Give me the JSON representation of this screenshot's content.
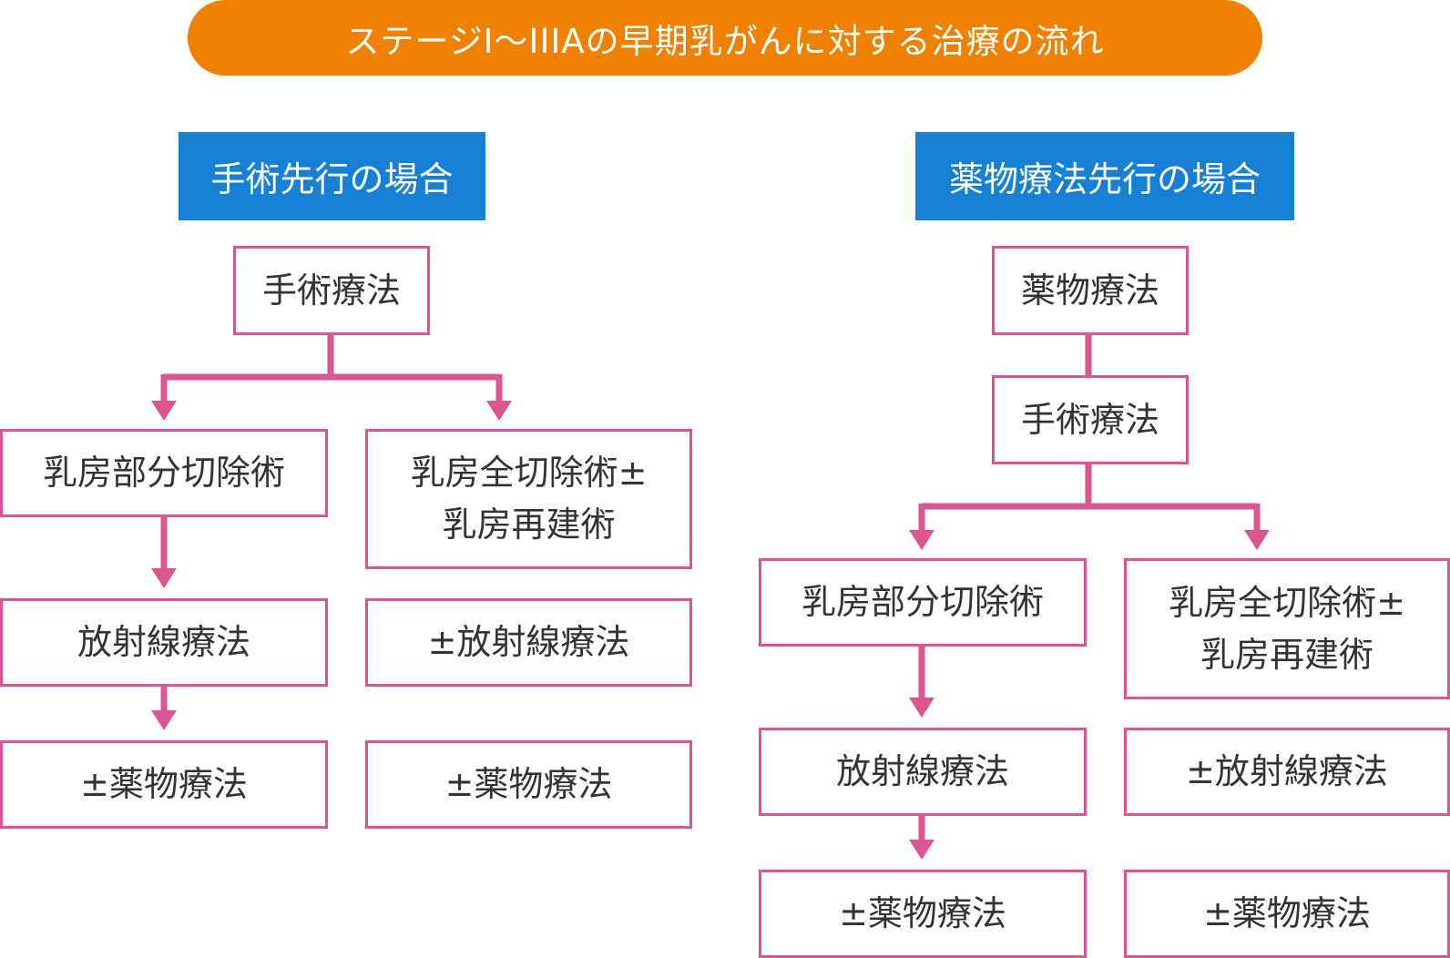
{
  "title": "ステージⅠ～IIIAの早期乳がんに対する治療の流れ",
  "colors": {
    "title_bg": "#f08000",
    "header_bg": "#1580d4",
    "box_border": "#dc5593",
    "connector": "#dc5593",
    "text": "#333333"
  },
  "left": {
    "header": "手術先行の場合",
    "first": "手術療法",
    "partial": {
      "surgery": "乳房部分切除術",
      "radiation": "放射線療法",
      "drug": "±薬物療法"
    },
    "total": {
      "surgery_line1": "乳房全切除術±",
      "surgery_line2": "乳房再建術",
      "radiation": "±放射線療法",
      "drug": "±薬物療法"
    }
  },
  "right": {
    "header": "薬物療法先行の場合",
    "first": "薬物療法",
    "second": "手術療法",
    "partial": {
      "surgery": "乳房部分切除術",
      "radiation": "放射線療法",
      "drug": "±薬物療法"
    },
    "total": {
      "surgery_line1": "乳房全切除術±",
      "surgery_line2": "乳房再建術",
      "radiation": "±放射線療法",
      "drug": "±薬物療法"
    }
  }
}
